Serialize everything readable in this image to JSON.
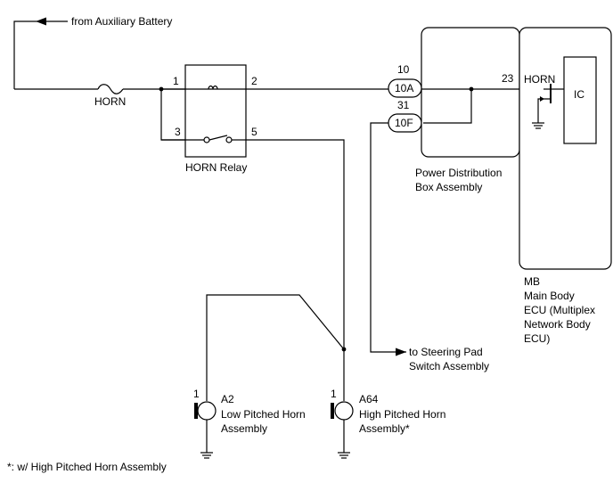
{
  "labels": {
    "from_aux_battery": "from Auxiliary Battery",
    "fuse_horn": "HORN",
    "relay_name": "HORN Relay",
    "relay_pin1": "1",
    "relay_pin2": "2",
    "relay_pin3": "3",
    "relay_pin5": "5",
    "pdb_pin_top_num": "10",
    "pdb_pin_top_conn": "10A",
    "pdb_pin_bottom_num": "31",
    "pdb_pin_bottom_conn": "10F",
    "pdb_name_line1": "Power Distribution",
    "pdb_name_line2": "Box Assembly",
    "ecu_pin": "23",
    "ecu_horn": "HORN",
    "ecu_ic": "IC",
    "ecu_code": "MB",
    "ecu_name_line1": "Main Body",
    "ecu_name_line2": "ECU (Multiplex",
    "ecu_name_line3": "Network Body",
    "ecu_name_line4": "ECU)",
    "to_steering": "to Steering Pad",
    "to_steering_line2": "Switch Assembly",
    "horn_low_pin": "1",
    "horn_low_code": "A2",
    "horn_low_name1": "Low Pitched Horn",
    "horn_low_name2": "Assembly",
    "horn_high_pin": "1",
    "horn_high_code": "A64",
    "horn_high_name1": "High Pitched Horn",
    "horn_high_name2": "Assembly*",
    "footnote": "*: w/ High Pitched Horn Assembly"
  }
}
